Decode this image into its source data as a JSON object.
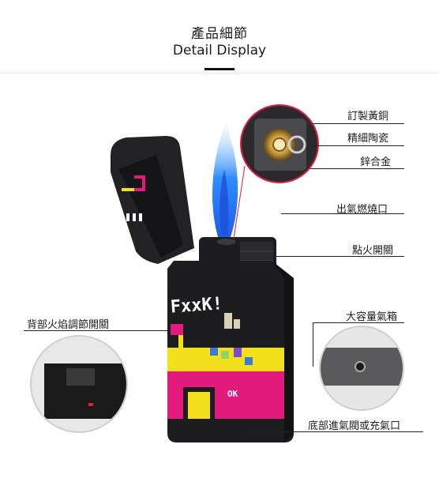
{
  "header": {
    "title_zh": "產品細節",
    "title_en": "Detail Display"
  },
  "callouts": {
    "copper": "訂製黃銅",
    "ceramic": "精細陶瓷",
    "zinc": "鋅合金",
    "nozzle": "出氣燃燒口",
    "ignition": "點火開關",
    "adjust": "背部火焰調節開關",
    "tank": "大容量氣箱",
    "valve": "底部進氣閥或充氣口"
  },
  "product_art": {
    "body_text": "FxxK!",
    "badge_text": "OK"
  },
  "colors": {
    "flame": "#2a7fff",
    "accent_yellow": "#f2e11a",
    "accent_pink": "#e21a7c",
    "body": "#1d1d1f"
  }
}
